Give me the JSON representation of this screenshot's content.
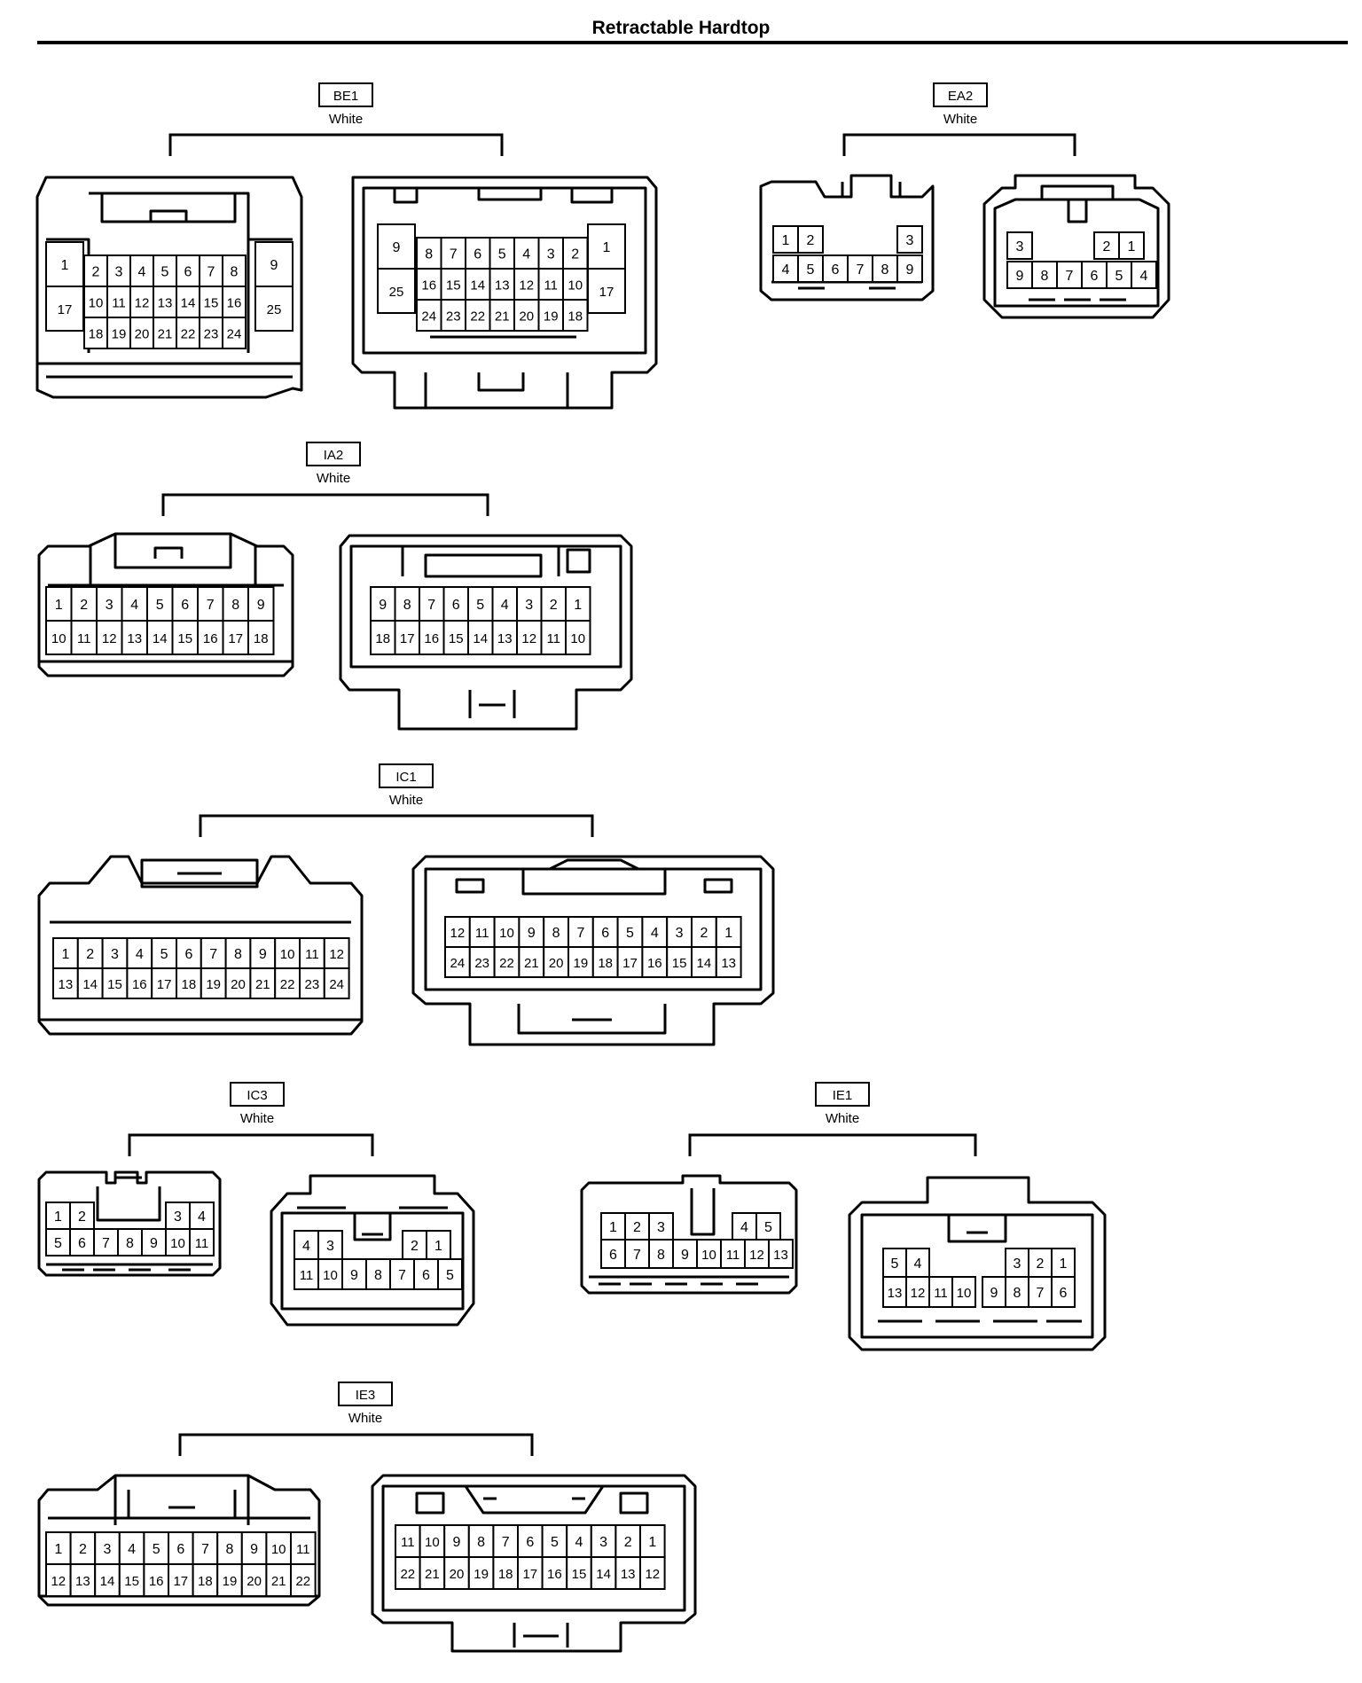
{
  "page": {
    "title": "Retractable Hardtop"
  },
  "connectors": [
    {
      "id": "BE1",
      "color": "White",
      "left": {
        "rows": [
          [
            "1",
            "2",
            "3",
            "4",
            "5",
            "6",
            "7",
            "8",
            "9"
          ],
          [
            "17",
            "10",
            "11",
            "12",
            "13",
            "14",
            "15",
            "16",
            "25"
          ],
          [
            "18",
            "19",
            "20",
            "21",
            "22",
            "23",
            "24"
          ]
        ]
      },
      "right": {
        "rows": [
          [
            "9",
            "8",
            "7",
            "6",
            "5",
            "4",
            "3",
            "2",
            "1"
          ],
          [
            "25",
            "16",
            "15",
            "14",
            "13",
            "12",
            "11",
            "10",
            "17"
          ],
          [
            "24",
            "23",
            "22",
            "21",
            "20",
            "19",
            "18"
          ]
        ]
      }
    },
    {
      "id": "EA2",
      "color": "White",
      "left": {
        "rows": [
          [
            "1",
            "2",
            "3"
          ],
          [
            "4",
            "5",
            "6",
            "7",
            "8",
            "9"
          ]
        ]
      },
      "right": {
        "rows": [
          [
            "3",
            "2",
            "1"
          ],
          [
            "9",
            "8",
            "7",
            "6",
            "5",
            "4"
          ]
        ]
      }
    },
    {
      "id": "IA2",
      "color": "White",
      "left": {
        "rows": [
          [
            "1",
            "2",
            "3",
            "4",
            "5",
            "6",
            "7",
            "8",
            "9"
          ],
          [
            "10",
            "11",
            "12",
            "13",
            "14",
            "15",
            "16",
            "17",
            "18"
          ]
        ]
      },
      "right": {
        "rows": [
          [
            "9",
            "8",
            "7",
            "6",
            "5",
            "4",
            "3",
            "2",
            "1"
          ],
          [
            "18",
            "17",
            "16",
            "15",
            "14",
            "13",
            "12",
            "11",
            "10"
          ]
        ]
      }
    },
    {
      "id": "IC1",
      "color": "White",
      "left": {
        "rows": [
          [
            "1",
            "2",
            "3",
            "4",
            "5",
            "6",
            "7",
            "8",
            "9",
            "10",
            "11",
            "12"
          ],
          [
            "13",
            "14",
            "15",
            "16",
            "17",
            "18",
            "19",
            "20",
            "21",
            "22",
            "23",
            "24"
          ]
        ]
      },
      "right": {
        "rows": [
          [
            "12",
            "11",
            "10",
            "9",
            "8",
            "7",
            "6",
            "5",
            "4",
            "3",
            "2",
            "1"
          ],
          [
            "24",
            "23",
            "22",
            "21",
            "20",
            "19",
            "18",
            "17",
            "16",
            "15",
            "14",
            "13"
          ]
        ]
      }
    },
    {
      "id": "IC3",
      "color": "White",
      "left": {
        "rows": [
          [
            "1",
            "2",
            "3",
            "4"
          ],
          [
            "5",
            "6",
            "7",
            "8",
            "9",
            "10",
            "11"
          ]
        ]
      },
      "right": {
        "rows": [
          [
            "4",
            "3",
            "2",
            "1"
          ],
          [
            "11",
            "10",
            "9",
            "8",
            "7",
            "6",
            "5"
          ]
        ]
      }
    },
    {
      "id": "IE1",
      "color": "White",
      "left": {
        "rows": [
          [
            "1",
            "2",
            "3",
            "4",
            "5"
          ],
          [
            "6",
            "7",
            "8",
            "9",
            "10",
            "11",
            "12",
            "13"
          ]
        ]
      },
      "right": {
        "rows": [
          [
            "5",
            "4",
            "3",
            "2",
            "1"
          ],
          [
            "13",
            "12",
            "11",
            "10",
            "9",
            "8",
            "7",
            "6"
          ]
        ]
      }
    },
    {
      "id": "IE3",
      "color": "White",
      "left": {
        "rows": [
          [
            "1",
            "2",
            "3",
            "4",
            "5",
            "6",
            "7",
            "8",
            "9",
            "10",
            "11"
          ],
          [
            "12",
            "13",
            "14",
            "15",
            "16",
            "17",
            "18",
            "19",
            "20",
            "21",
            "22"
          ]
        ]
      },
      "right": {
        "rows": [
          [
            "11",
            "10",
            "9",
            "8",
            "7",
            "6",
            "5",
            "4",
            "3",
            "2",
            "1"
          ],
          [
            "22",
            "21",
            "20",
            "19",
            "18",
            "17",
            "16",
            "15",
            "14",
            "13",
            "12"
          ]
        ]
      }
    }
  ]
}
